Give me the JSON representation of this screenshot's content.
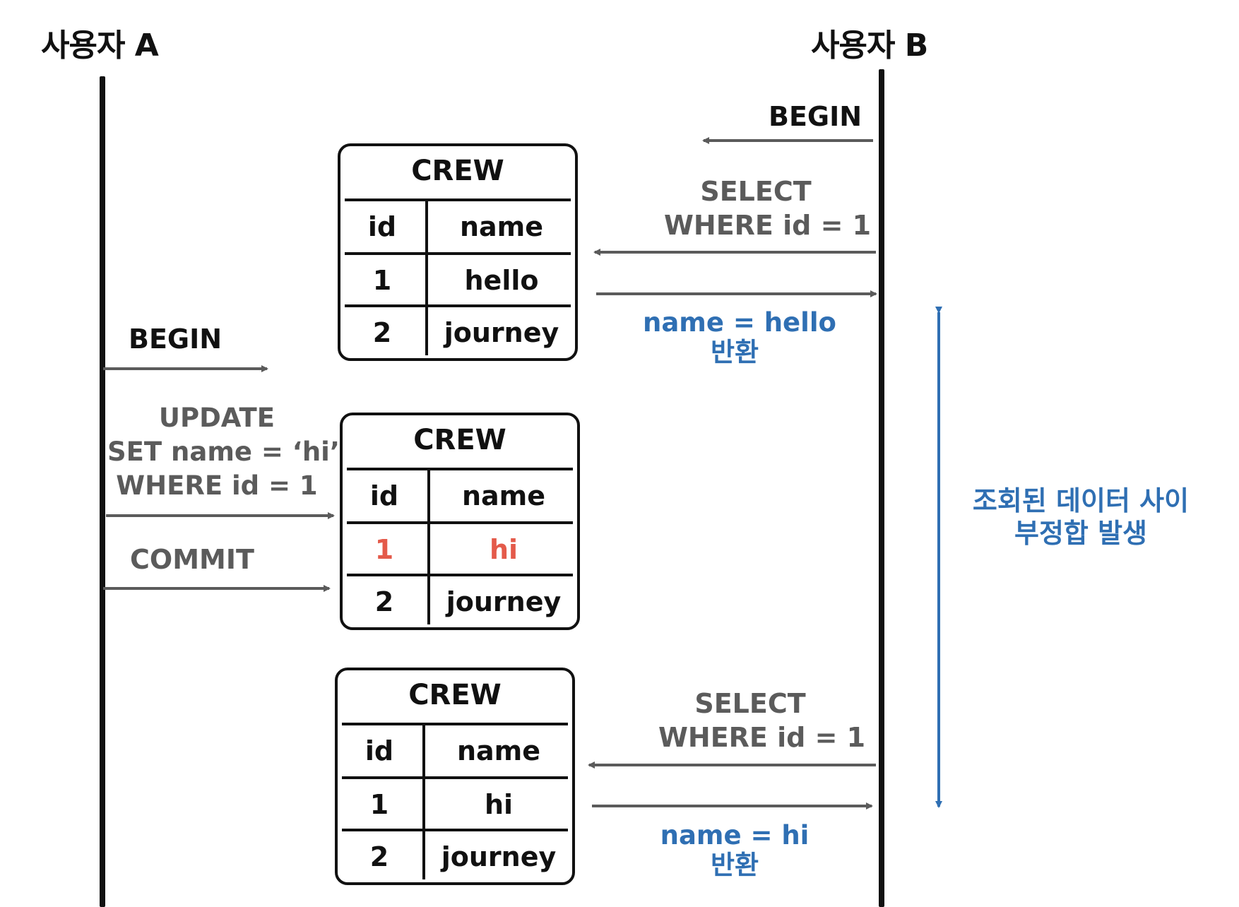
{
  "lanes": {
    "a_title": "사용자 A",
    "b_title": "사용자 B"
  },
  "colors": {
    "line": "#111111",
    "arrow": "#5b5b5b",
    "highlight": "#2f6fb3",
    "changed": "#e45a4a"
  },
  "user_b": {
    "begin": "BEGIN",
    "select1": [
      "SELECT",
      "WHERE id = 1"
    ],
    "result1": [
      "name = hello",
      "반환"
    ],
    "select2": [
      "SELECT",
      "WHERE id = 1"
    ],
    "result2": [
      "name = hi",
      "반환"
    ]
  },
  "user_a": {
    "begin": "BEGIN",
    "update": [
      "UPDATE",
      "SET name = ‘hi’",
      "WHERE id = 1"
    ],
    "commit": "COMMIT"
  },
  "tables": [
    {
      "title": "CREW",
      "headers": [
        "id",
        "name"
      ],
      "rows": [
        {
          "id": "1",
          "name": "hello"
        },
        {
          "id": "2",
          "name": "journey"
        }
      ]
    },
    {
      "title": "CREW",
      "headers": [
        "id",
        "name"
      ],
      "rows": [
        {
          "id": "1",
          "name": "hi",
          "changed": true
        },
        {
          "id": "2",
          "name": "journey"
        }
      ]
    },
    {
      "title": "CREW",
      "headers": [
        "id",
        "name"
      ],
      "rows": [
        {
          "id": "1",
          "name": "hi"
        },
        {
          "id": "2",
          "name": "journey"
        }
      ]
    }
  ],
  "annotation": [
    "조회된 데이터 사이",
    "부정합 발생"
  ]
}
